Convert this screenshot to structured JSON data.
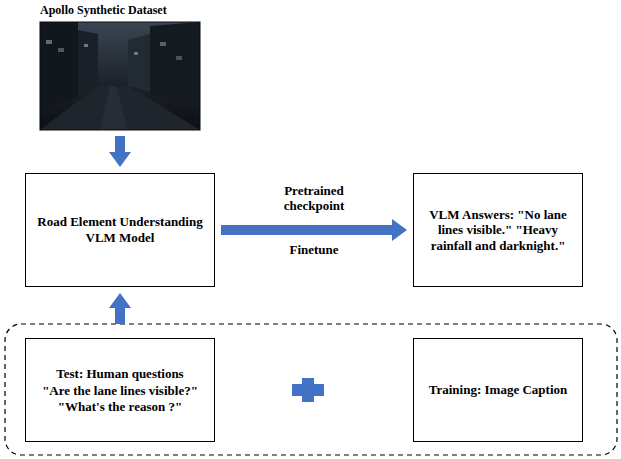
{
  "diagram": {
    "nodes": [
      {
        "text": [
          "Apollo Synthetic Dataset"
        ]
      },
      {
        "text": [
          "Road Element Understanding VLM Model"
        ]
      },
      {
        "text": [
          "VLM Answers: \"No lane lines visible.\" \"Heavy rainfall and darknight.\""
        ]
      },
      {
        "text": [
          "Test: Human questions",
          "\"Are the lane lines visible?\" \"What's the reason ?\""
        ]
      },
      {
        "text": [
          "Training: Image Caption"
        ]
      }
    ],
    "edges": [
      {
        "from": 0,
        "to": 1,
        "arrow": "to"
      },
      {
        "from": 3,
        "to": 1,
        "arrow": "to"
      },
      {
        "from": 1,
        "to": 2,
        "arrow": "to",
        "label": "Pretrained checkpoint"
      }
    ],
    "labels": [
      "Finetune"
    ]
  }
}
